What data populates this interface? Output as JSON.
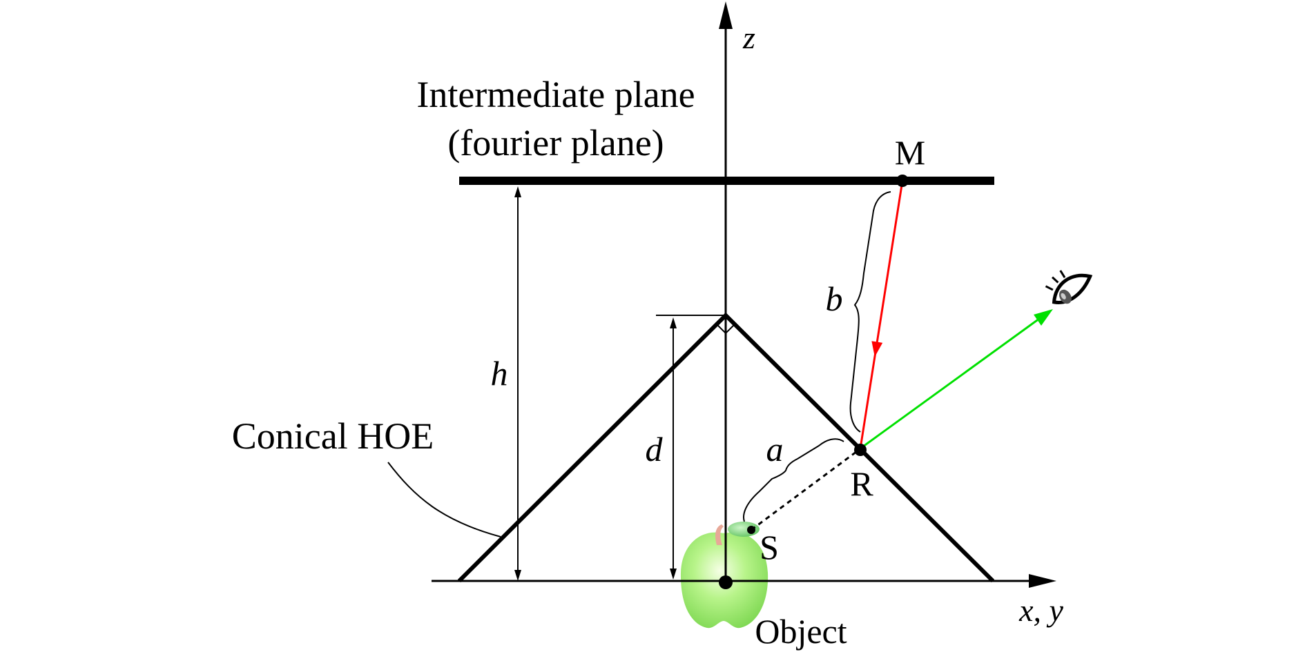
{
  "labels": {
    "plane_line1": "Intermediate plane",
    "plane_line2": "(fourier plane)",
    "hoe": "Conical HOE",
    "z_axis": "z",
    "xy_axis": "x, y",
    "h": "h",
    "d": "d",
    "a": "a",
    "b": "b",
    "M": "M",
    "R": "R",
    "S": "S",
    "object": "Object"
  },
  "colors": {
    "ink": "#000000",
    "incident_ray": "#ff0000",
    "viewing_ray": "#00e000",
    "apple": "#9ef26a",
    "leaf": "#6fcf6f",
    "stem": "#e8a898"
  },
  "icons": {
    "viewer": "eye-icon",
    "object": "apple-icon"
  }
}
